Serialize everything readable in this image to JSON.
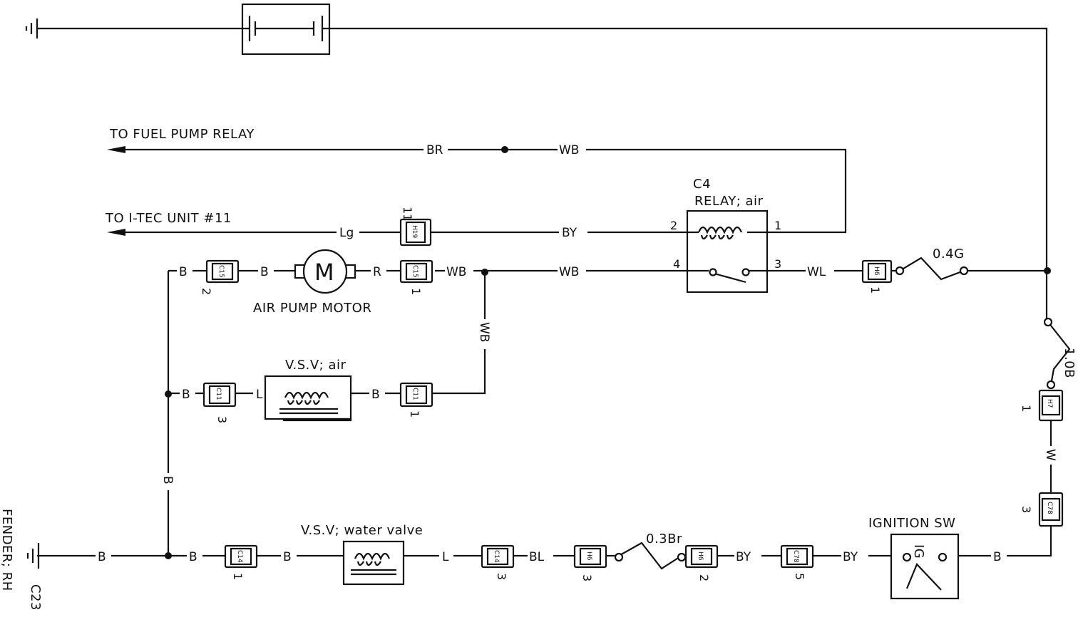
{
  "labels": {
    "to_fuel_pump_relay": "TO FUEL PUMP RELAY",
    "to_itec_unit": "TO I-TEC UNIT  #11",
    "relay_code": "C4",
    "relay_name": "RELAY; air",
    "air_pump_motor": "AIR PUMP MOTOR",
    "motor_symbol": "M",
    "vsv_air": "V.S.V; air",
    "vsv_water_valve": "V.S.V; water valve",
    "ignition_sw": "IGNITION SW",
    "ig_symbol": "IG",
    "ground_fender": "FENDER; RH",
    "ground_code": "C23"
  },
  "wires": {
    "BR": "BR",
    "WB": "WB",
    "Lg": "Lg",
    "BY": "BY",
    "B": "B",
    "R": "R",
    "WL": "WL",
    "L": "L",
    "BL": "BL",
    "W": "W"
  },
  "fuses": {
    "f04": "0.4G",
    "f10": "1.0B",
    "f03": "0.3Br"
  },
  "connectors": {
    "h19": "H19",
    "c15": "C15",
    "c11": "C11",
    "h6": "H6",
    "h7": "H7",
    "c78": "C78",
    "c14": "C14"
  },
  "pins": {
    "p1": "1",
    "p2": "2",
    "p3": "3",
    "p4": "4",
    "p5": "5",
    "p11": "11"
  }
}
